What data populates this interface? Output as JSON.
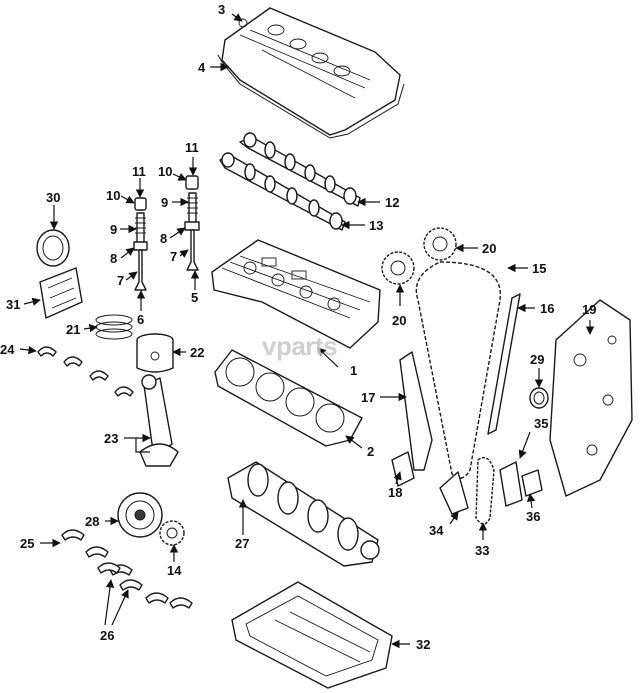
{
  "watermark": "vparts",
  "labels": {
    "l1": "1",
    "l2": "2",
    "l3": "3",
    "l4": "4",
    "l5": "5",
    "l6": "6",
    "l7a": "7",
    "l7b": "7",
    "l8a": "8",
    "l8b": "8",
    "l9a": "9",
    "l9b": "9",
    "l10a": "10",
    "l10b": "10",
    "l11a": "11",
    "l11b": "11",
    "l12": "12",
    "l13": "13",
    "l14": "14",
    "l15": "15",
    "l16": "16",
    "l17": "17",
    "l18": "18",
    "l19": "19",
    "l20a": "20",
    "l20b": "20",
    "l21": "21",
    "l22": "22",
    "l23": "23",
    "l24": "24",
    "l25": "25",
    "l26": "26",
    "l27": "27",
    "l28": "28",
    "l29": "29",
    "l30": "30",
    "l31": "31",
    "l32": "32",
    "l33": "33",
    "l34": "34",
    "l35": "35",
    "l36": "36"
  },
  "colors": {
    "line": "#1a1a1a",
    "watermark": "#c8c8c8",
    "background": "#ffffff"
  }
}
